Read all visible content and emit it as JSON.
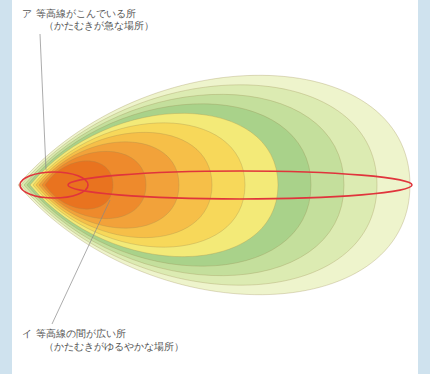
{
  "diagram": {
    "labels": [
      "ア",
      "等高線がこんでいる所",
      "（かたむきが急な場所）",
      "イ",
      "等高線の間が広い所",
      "（かたむきがゆるやかな場所）"
    ]
  }
}
